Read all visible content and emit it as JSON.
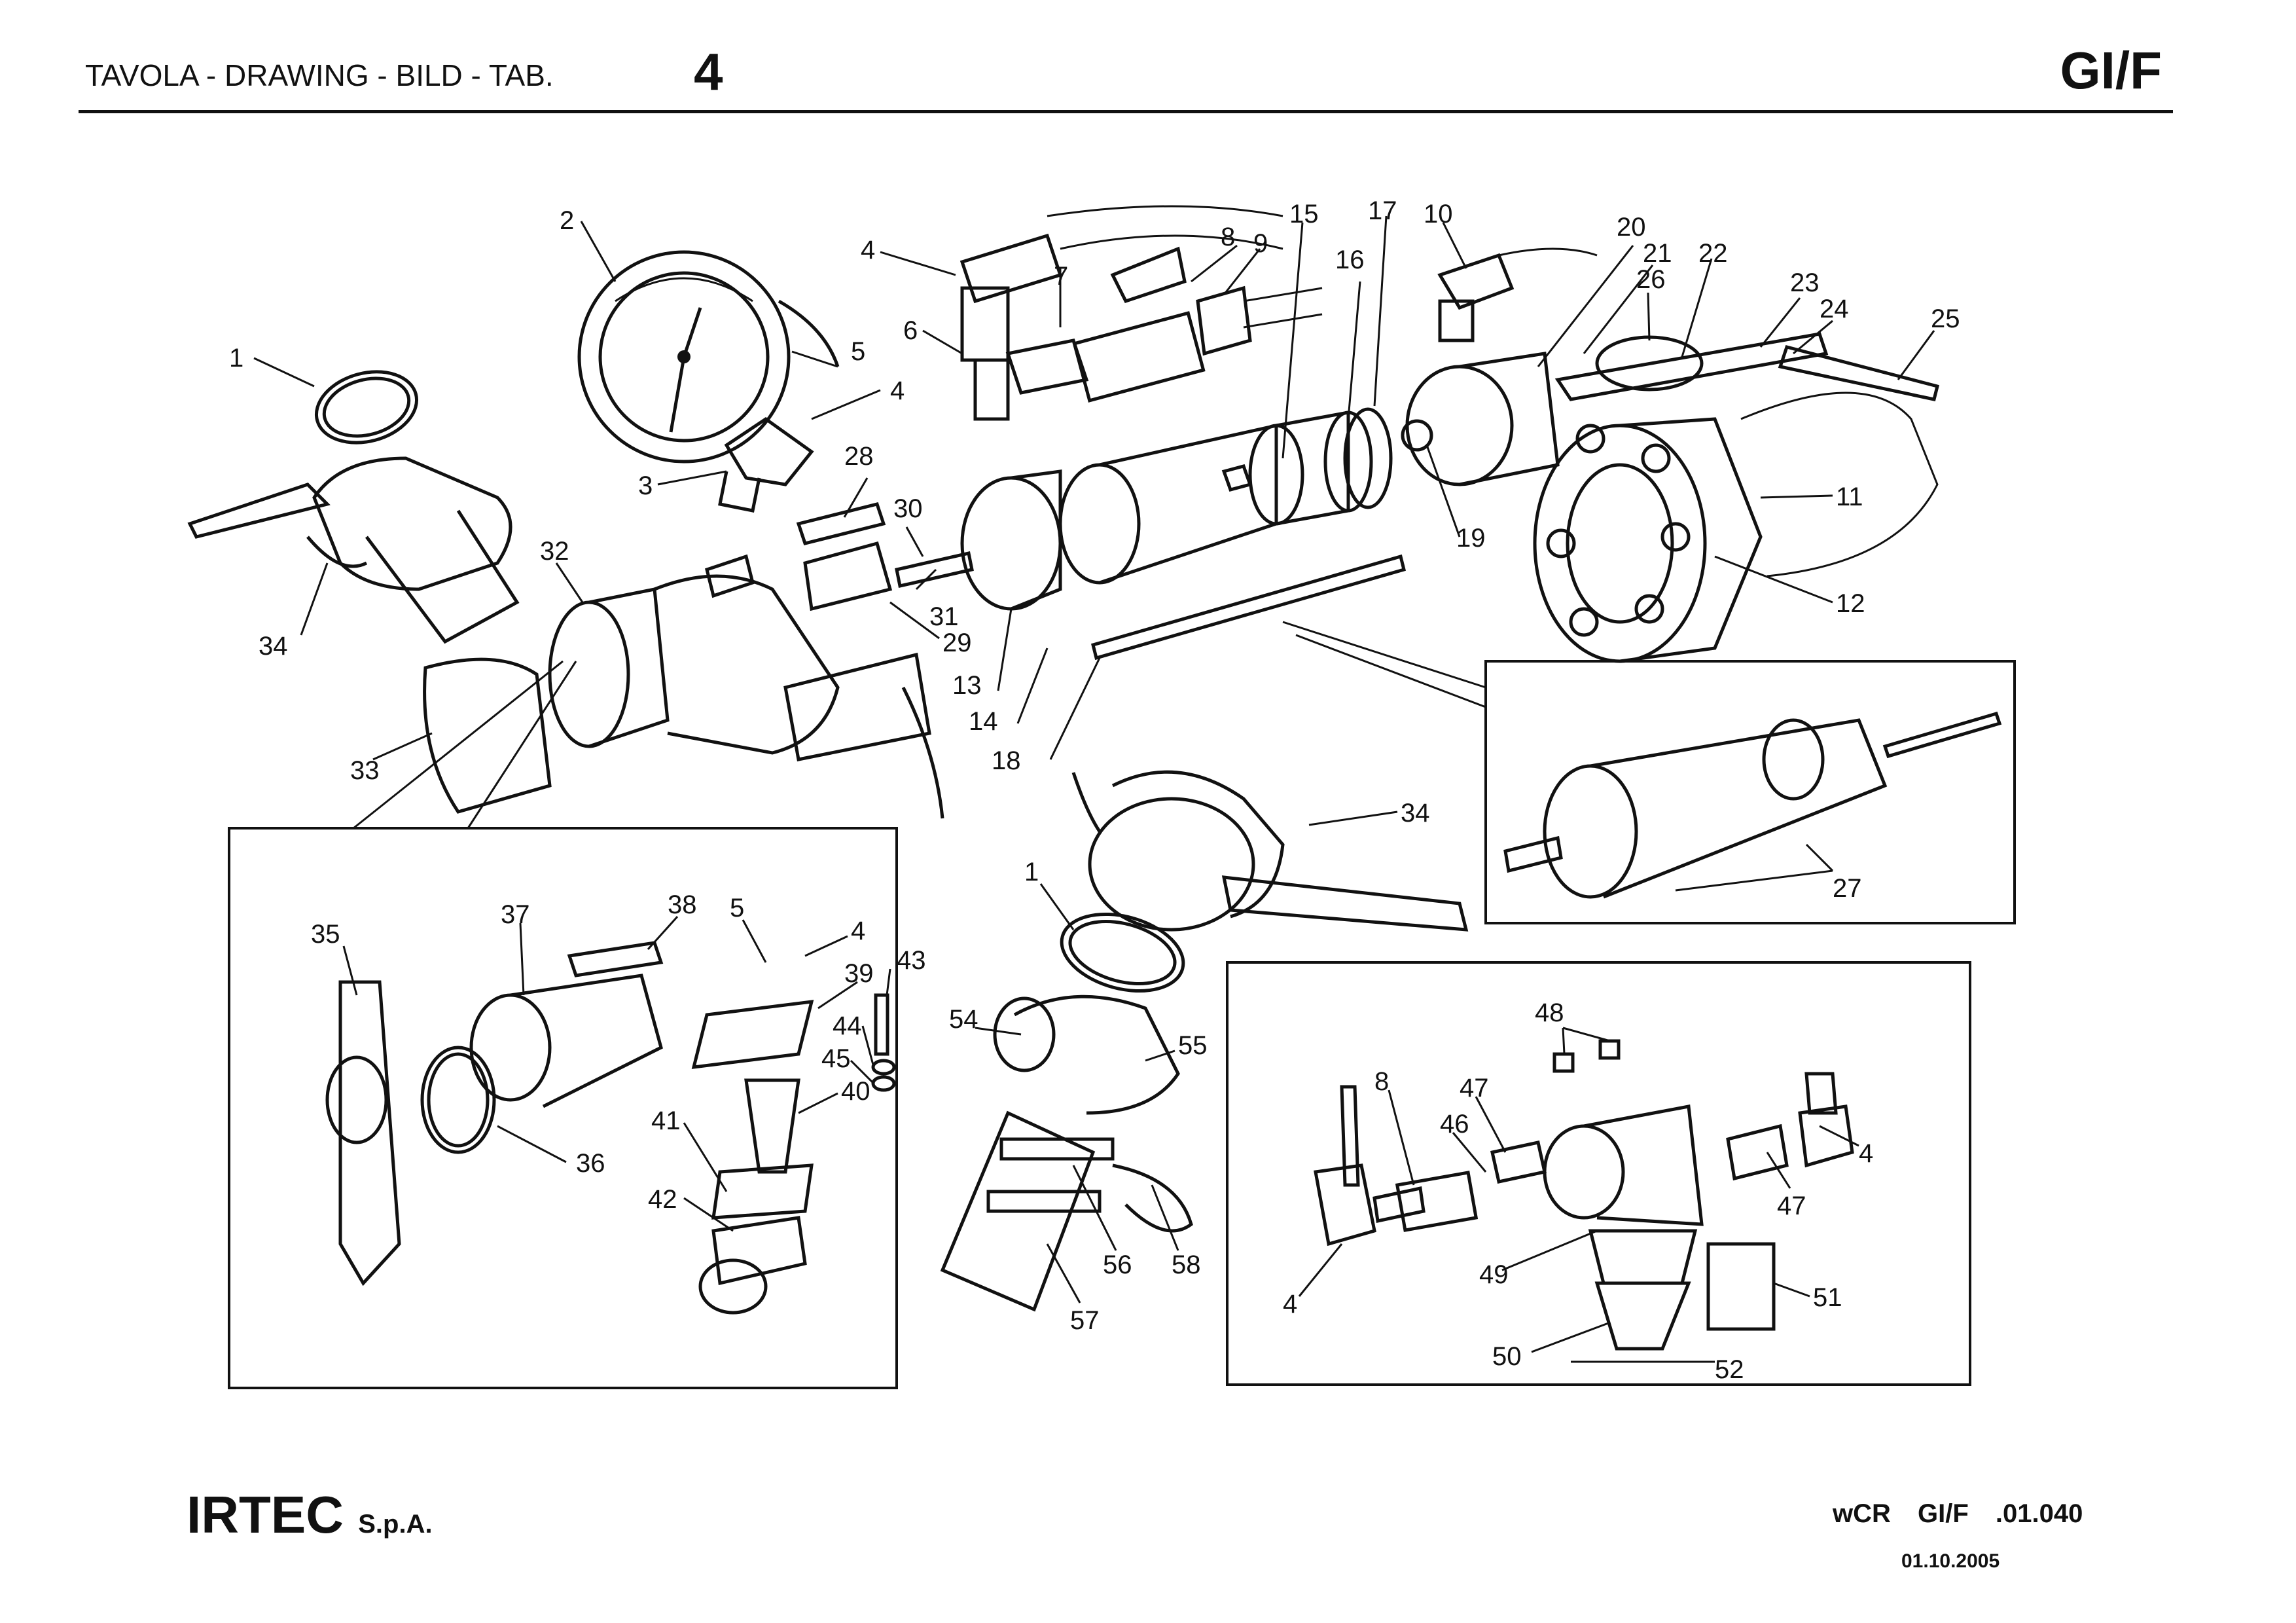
{
  "header": {
    "title": "TAVOLA - DRAWING - BILD - TAB.",
    "table_number": "4",
    "model_code": "GI/F"
  },
  "footer": {
    "company": "IRTEC",
    "company_suffix": "S.p.A.",
    "doc_code": "wCR  GI/F  .01.040",
    "date": "01.10.2005"
  },
  "callouts": [
    "1",
    "2",
    "3",
    "4",
    "5",
    "4",
    "6",
    "4",
    "7",
    "8",
    "9",
    "15",
    "17",
    "10",
    "16",
    "20",
    "21",
    "22",
    "26",
    "23",
    "24",
    "25",
    "11",
    "12",
    "19",
    "28",
    "30",
    "31",
    "29",
    "13",
    "14",
    "18",
    "32",
    "34",
    "33",
    "34",
    "27",
    "1",
    "35",
    "37",
    "38",
    "5",
    "4",
    "39",
    "43",
    "44",
    "45",
    "40",
    "41",
    "42",
    "36",
    "54",
    "55",
    "56",
    "58",
    "57",
    "48",
    "8",
    "47",
    "46",
    "4",
    "4",
    "47",
    "49",
    "51",
    "50",
    "52"
  ]
}
